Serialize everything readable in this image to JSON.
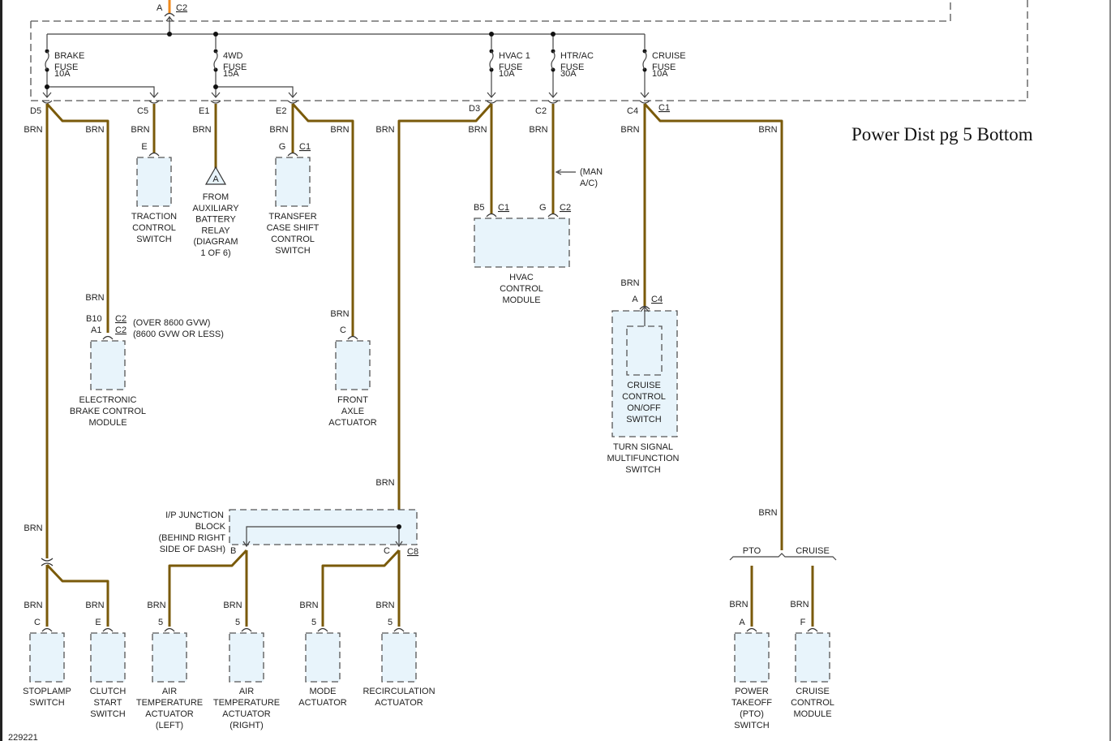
{
  "title": "Power Dist pg 5 Bottom",
  "figure_id": "229221",
  "wire_color": "BRN",
  "colors": {
    "wire": "#7a5a0a",
    "feed": "#f08a1c",
    "component_fill": "#e8f4fb"
  },
  "top_connector": {
    "pin": "A",
    "connector": "C2"
  },
  "fuses": [
    {
      "name": "BRAKE",
      "label2": "FUSE",
      "rating": "10A",
      "out_pins": [
        "D5",
        "C5"
      ]
    },
    {
      "name": "4WD",
      "label2": "FUSE",
      "rating": "15A",
      "out_pins": [
        "E1",
        "E2"
      ]
    },
    {
      "name": "HVAC 1",
      "label2": "FUSE",
      "rating": "10A",
      "out_pins": [
        "D3"
      ]
    },
    {
      "name": "HTR/AC",
      "label2": "FUSE",
      "rating": "30A",
      "out_pins": [
        "C2"
      ]
    },
    {
      "name": "CRUISE",
      "label2": "FUSE",
      "rating": "10A",
      "out_pins": [
        "C4"
      ],
      "connector": "C1"
    }
  ],
  "components": {
    "traction": {
      "pin": "E",
      "lines": [
        "TRACTION",
        "CONTROL",
        "SWITCH"
      ]
    },
    "aux_relay": {
      "symbol": "A",
      "lines": [
        "FROM",
        "AUXILIARY",
        "BATTERY",
        "RELAY",
        "(DIAGRAM",
        "1 OF 6)"
      ]
    },
    "transfer": {
      "pin": "G",
      "connector": "C1",
      "lines": [
        "TRANSFER",
        "CASE SHIFT",
        "CONTROL",
        "SWITCH"
      ]
    },
    "ebcm": {
      "pin1": "B10",
      "pin2": "A1",
      "conn1": "C2",
      "conn2": "C2",
      "note1": "(OVER 8600 GVW)",
      "note2": "(8600 GVW OR LESS)",
      "lines": [
        "ELECTRONIC",
        "BRAKE CONTROL",
        "MODULE"
      ]
    },
    "front_axle": {
      "pin": "C",
      "lines": [
        "FRONT",
        "AXLE",
        "ACTUATOR"
      ]
    },
    "hvac": {
      "pin1": "B5",
      "conn1": "C1",
      "pin2": "G",
      "conn2": "C2",
      "note": [
        "(MAN",
        "A/C)"
      ],
      "lines": [
        "HVAC",
        "CONTROL",
        "MODULE"
      ]
    },
    "cruise_switch": {
      "pin": "A",
      "connector": "C4",
      "inner_lines": [
        "CRUISE",
        "CONTROL",
        "ON/OFF",
        "SWITCH"
      ],
      "lines": [
        "TURN SIGNAL",
        "MULTIFUNCTION",
        "SWITCH"
      ]
    },
    "ip_block": {
      "lines": [
        "I/P JUNCTION",
        "BLOCK",
        "(BEHIND RIGHT",
        "SIDE OF DASH)"
      ],
      "pin_b": "B",
      "pin_c": "C",
      "connector": "C8"
    },
    "stoplamp": {
      "pin": "C",
      "lines": [
        "STOPLAMP",
        "SWITCH"
      ]
    },
    "clutch": {
      "pin": "E",
      "lines": [
        "CLUTCH",
        "START",
        "SWITCH"
      ]
    },
    "air_left": {
      "pin": "5",
      "lines": [
        "AIR",
        "TEMPERATURE",
        "ACTUATOR",
        "(LEFT)"
      ]
    },
    "air_right": {
      "pin": "5",
      "lines": [
        "AIR",
        "TEMPERATURE",
        "ACTUATOR",
        "(RIGHT)"
      ]
    },
    "mode": {
      "pin": "5",
      "lines": [
        "MODE",
        "ACTUATOR"
      ]
    },
    "recirc": {
      "pin": "5",
      "lines": [
        "RECIRCULATION",
        "ACTUATOR"
      ]
    },
    "pto": {
      "pin": "A",
      "option": "PTO",
      "lines": [
        "POWER",
        "TAKEOFF",
        "(PTO)",
        "SWITCH"
      ]
    },
    "cruise_module": {
      "pin": "F",
      "option": "CRUISE",
      "lines": [
        "CRUISE",
        "CONTROL",
        "MODULE"
      ]
    }
  }
}
